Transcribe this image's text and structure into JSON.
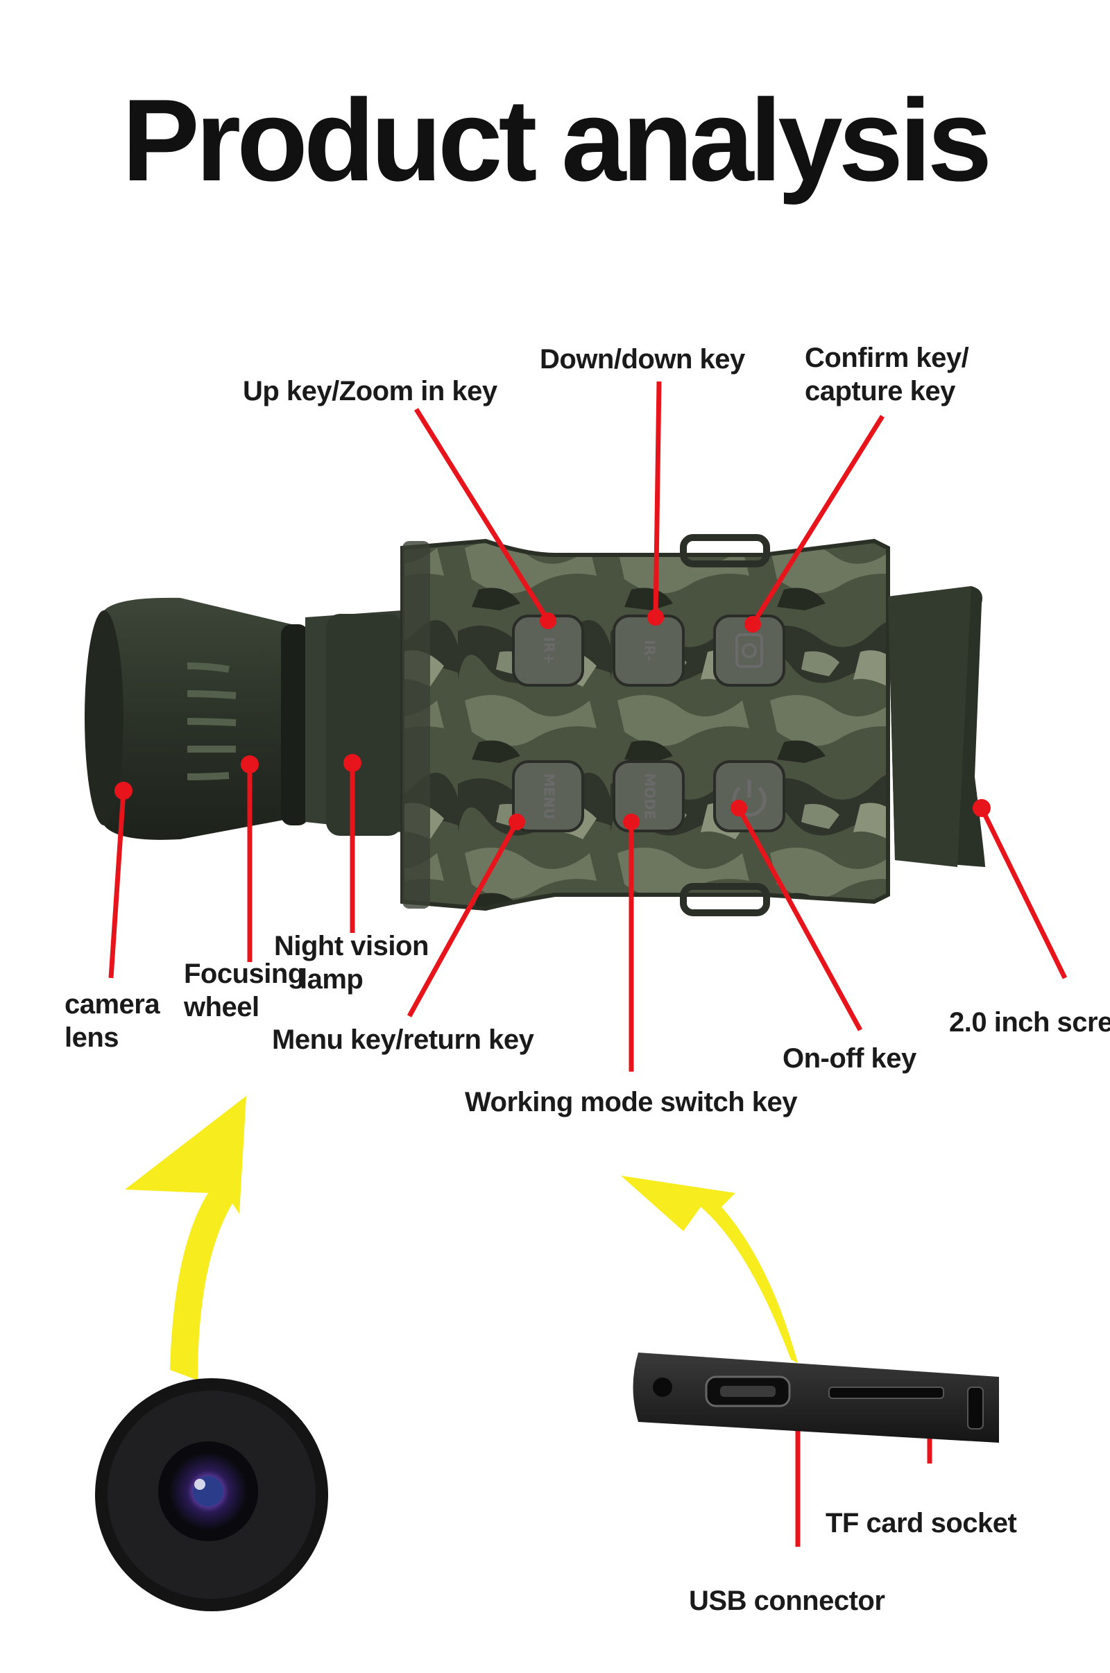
{
  "title": "Product analysis",
  "labels": {
    "up_key": "Up key/Zoom in key",
    "down_key": "Down/down key",
    "confirm_key_line1": "Confirm key/",
    "confirm_key_line2": "capture key",
    "night_vision_line1": "Night vision",
    "night_vision_line2": "lamp",
    "focusing_line1": "Focusing",
    "focusing_line2": "wheel",
    "camera_lens_line1": "camera",
    "camera_lens_line2": "lens",
    "menu_key": "Menu key/return key",
    "working_mode_key": "Working mode switch key",
    "on_off_key": "On-off key",
    "screen": "2.0 inch scre",
    "tf_card": "TF card socket",
    "usb": "USB connector"
  },
  "device_keys": {
    "up": "IR+",
    "down": "IR-",
    "menu": "MENU",
    "mode": "MODE"
  },
  "colors": {
    "pointer": "#e8141c",
    "arrow": "#f7ec1e",
    "camo_dark": "#2e3329",
    "camo_light": "#7a8468"
  }
}
